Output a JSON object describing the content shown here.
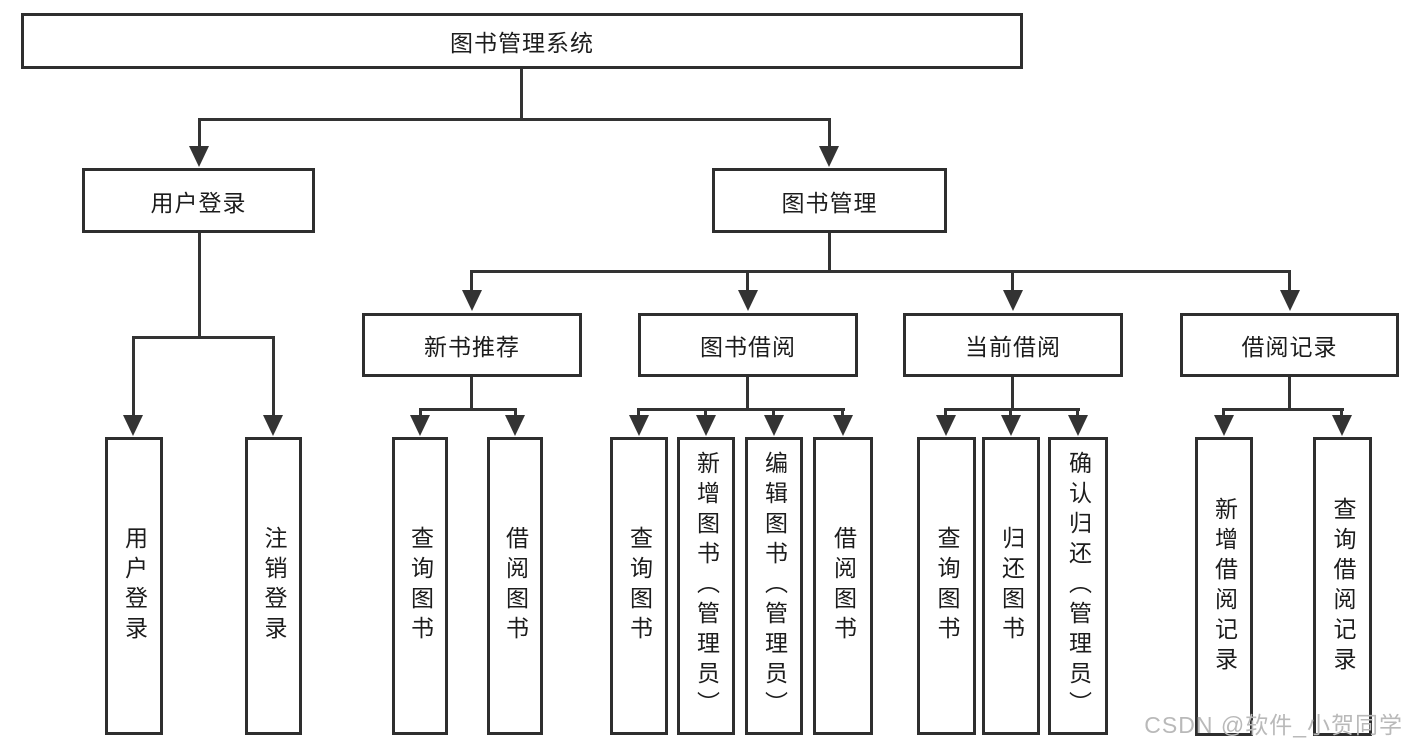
{
  "tree": {
    "root": "图书管理系统",
    "branches": [
      {
        "label": "用户登录",
        "children": [
          "用户登录",
          "注销登录"
        ]
      },
      {
        "label": "图书管理",
        "groups": [
          {
            "label": "新书推荐",
            "children": [
              "查询图书",
              "借阅图书"
            ]
          },
          {
            "label": "图书借阅",
            "children": [
              "查询图书",
              "新增图书（管理员）",
              "编辑图书（管理员）",
              "借阅图书"
            ]
          },
          {
            "label": "当前借阅",
            "children": [
              "查询图书",
              "归还图书",
              "确认归还（管理员）"
            ]
          },
          {
            "label": "借阅记录",
            "children": [
              "新增借阅记录",
              "查询借阅记录"
            ]
          }
        ]
      }
    ]
  },
  "watermark": "CSDN @软件_小贺同学",
  "colors": {
    "line": "#333333",
    "box_border": "#2e2e2e",
    "text": "#1c1c1c",
    "background": "#ffffff",
    "watermark_text": "#b9b9b9"
  }
}
